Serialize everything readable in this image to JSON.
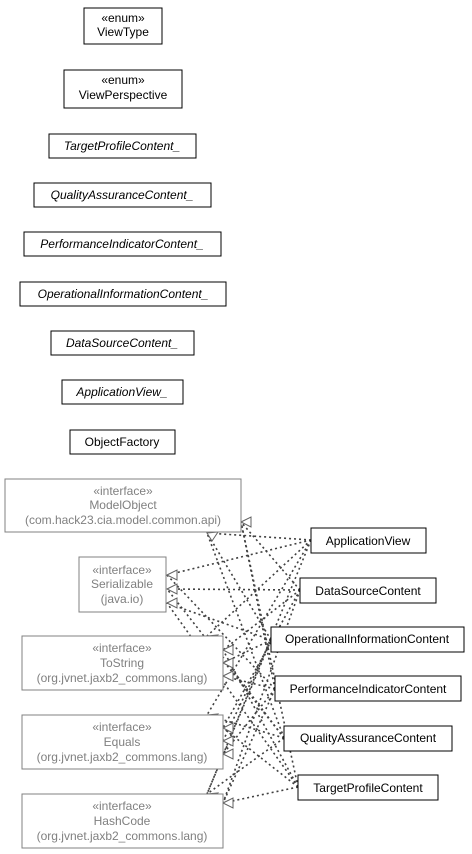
{
  "diagram": {
    "stereotypes": {
      "enum": "«enum»",
      "interface": "«interface»"
    },
    "top_classes": [
      {
        "id": "viewtype",
        "stereotype": "«enum»",
        "name": "ViewType",
        "style": "normal"
      },
      {
        "id": "viewperspective",
        "stereotype": "«enum»",
        "name": "ViewPerspective",
        "style": "normal"
      },
      {
        "id": "targetprofilecontent_",
        "name": "TargetProfileContent_",
        "style": "italic"
      },
      {
        "id": "qualityassurancecontent_",
        "name": "QualityAssuranceContent_",
        "style": "italic"
      },
      {
        "id": "performanceindicatorcontent_",
        "name": "PerformanceIndicatorContent_",
        "style": "italic"
      },
      {
        "id": "operationalinformationcontent_",
        "name": "OperationalInformationContent_",
        "style": "italic"
      },
      {
        "id": "datasourcecontent_",
        "name": "DataSourceContent_",
        "style": "italic"
      },
      {
        "id": "applicationview_",
        "name": "ApplicationView_",
        "style": "italic"
      },
      {
        "id": "objectfactory",
        "name": "ObjectFactory",
        "style": "normal"
      }
    ],
    "interfaces": [
      {
        "id": "modelobject",
        "stereotype": "«interface»",
        "name": "ModelObject",
        "package": "(com.hack23.cia.model.common.api)"
      },
      {
        "id": "serializable",
        "stereotype": "«interface»",
        "name": "Serializable",
        "package": "(java.io)"
      },
      {
        "id": "tostring",
        "stereotype": "«interface»",
        "name": "ToString",
        "package": "(org.jvnet.jaxb2_commons.lang)"
      },
      {
        "id": "equals",
        "stereotype": "«interface»",
        "name": "Equals",
        "package": "(org.jvnet.jaxb2_commons.lang)"
      },
      {
        "id": "hashcode",
        "stereotype": "«interface»",
        "name": "HashCode",
        "package": "(org.jvnet.jaxb2_commons.lang)"
      }
    ],
    "implementations": [
      {
        "id": "applicationview",
        "name": "ApplicationView"
      },
      {
        "id": "datasourcecontent",
        "name": "DataSourceContent"
      },
      {
        "id": "operationalinformationcontent",
        "name": "OperationalInformationContent"
      },
      {
        "id": "performanceindicatorcontent",
        "name": "PerformanceIndicatorContent"
      },
      {
        "id": "qualityassurancecontent",
        "name": "QualityAssuranceContent"
      },
      {
        "id": "targetprofilecontent",
        "name": "TargetProfileContent"
      }
    ],
    "realizations": [
      {
        "from": "applicationview",
        "to": "modelobject"
      },
      {
        "from": "applicationview",
        "to": "serializable"
      },
      {
        "from": "applicationview",
        "to": "tostring"
      },
      {
        "from": "applicationview",
        "to": "equals"
      },
      {
        "from": "applicationview",
        "to": "hashcode"
      },
      {
        "from": "datasourcecontent",
        "to": "modelobject"
      },
      {
        "from": "datasourcecontent",
        "to": "serializable"
      },
      {
        "from": "datasourcecontent",
        "to": "tostring"
      },
      {
        "from": "datasourcecontent",
        "to": "equals"
      },
      {
        "from": "datasourcecontent",
        "to": "hashcode"
      },
      {
        "from": "operationalinformationcontent",
        "to": "modelobject"
      },
      {
        "from": "operationalinformationcontent",
        "to": "serializable"
      },
      {
        "from": "operationalinformationcontent",
        "to": "tostring"
      },
      {
        "from": "operationalinformationcontent",
        "to": "equals"
      },
      {
        "from": "operationalinformationcontent",
        "to": "hashcode"
      },
      {
        "from": "performanceindicatorcontent",
        "to": "modelobject"
      },
      {
        "from": "performanceindicatorcontent",
        "to": "serializable"
      },
      {
        "from": "performanceindicatorcontent",
        "to": "tostring"
      },
      {
        "from": "performanceindicatorcontent",
        "to": "equals"
      },
      {
        "from": "performanceindicatorcontent",
        "to": "hashcode"
      },
      {
        "from": "qualityassurancecontent",
        "to": "modelobject"
      },
      {
        "from": "qualityassurancecontent",
        "to": "serializable"
      },
      {
        "from": "qualityassurancecontent",
        "to": "tostring"
      },
      {
        "from": "qualityassurancecontent",
        "to": "equals"
      },
      {
        "from": "qualityassurancecontent",
        "to": "hashcode"
      },
      {
        "from": "targetprofilecontent",
        "to": "modelobject"
      },
      {
        "from": "targetprofilecontent",
        "to": "serializable"
      },
      {
        "from": "targetprofilecontent",
        "to": "tostring"
      },
      {
        "from": "targetprofilecontent",
        "to": "equals"
      },
      {
        "from": "targetprofilecontent",
        "to": "hashcode"
      }
    ],
    "colors": {
      "class_border": "#000000",
      "interface_border": "#808080",
      "interface_text": "#808080",
      "connector": "#404040",
      "background": "#ffffff"
    }
  }
}
